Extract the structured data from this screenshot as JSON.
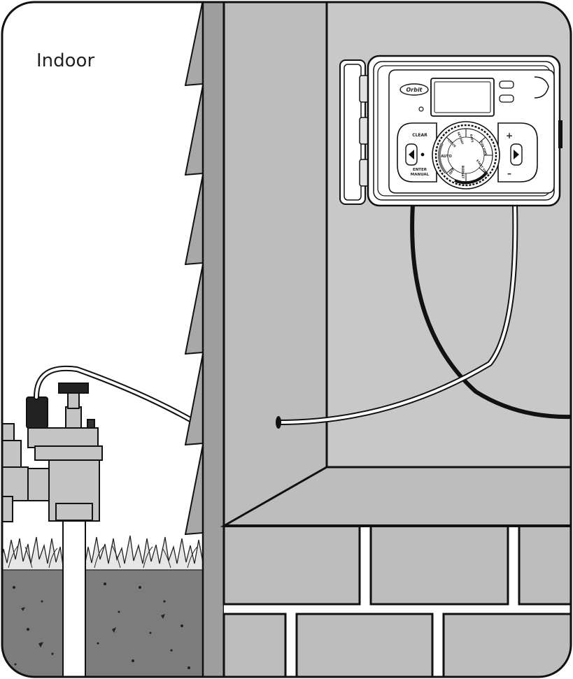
{
  "scene": {
    "left_caption": "Indoor",
    "brand": "Orbit",
    "buttons": {
      "clear": "CLEAR",
      "enter_manual_1": "ENTER",
      "enter_manual_2": "MANUAL",
      "plus": "+",
      "minus": "–"
    },
    "dial_labels": [
      "AUTO",
      "OFF",
      "BUDGET",
      "START TIME",
      "RUN TIME",
      "DAYS",
      "SET DAY",
      "CLOCK"
    ]
  },
  "colors": {
    "wall_gray": "#bdbdbd",
    "dark_gray": "#a0a0a0",
    "soil": "#7a7a7a",
    "outline": "#111111",
    "valve": "#c4c4c4",
    "solenoid": "#222222"
  }
}
